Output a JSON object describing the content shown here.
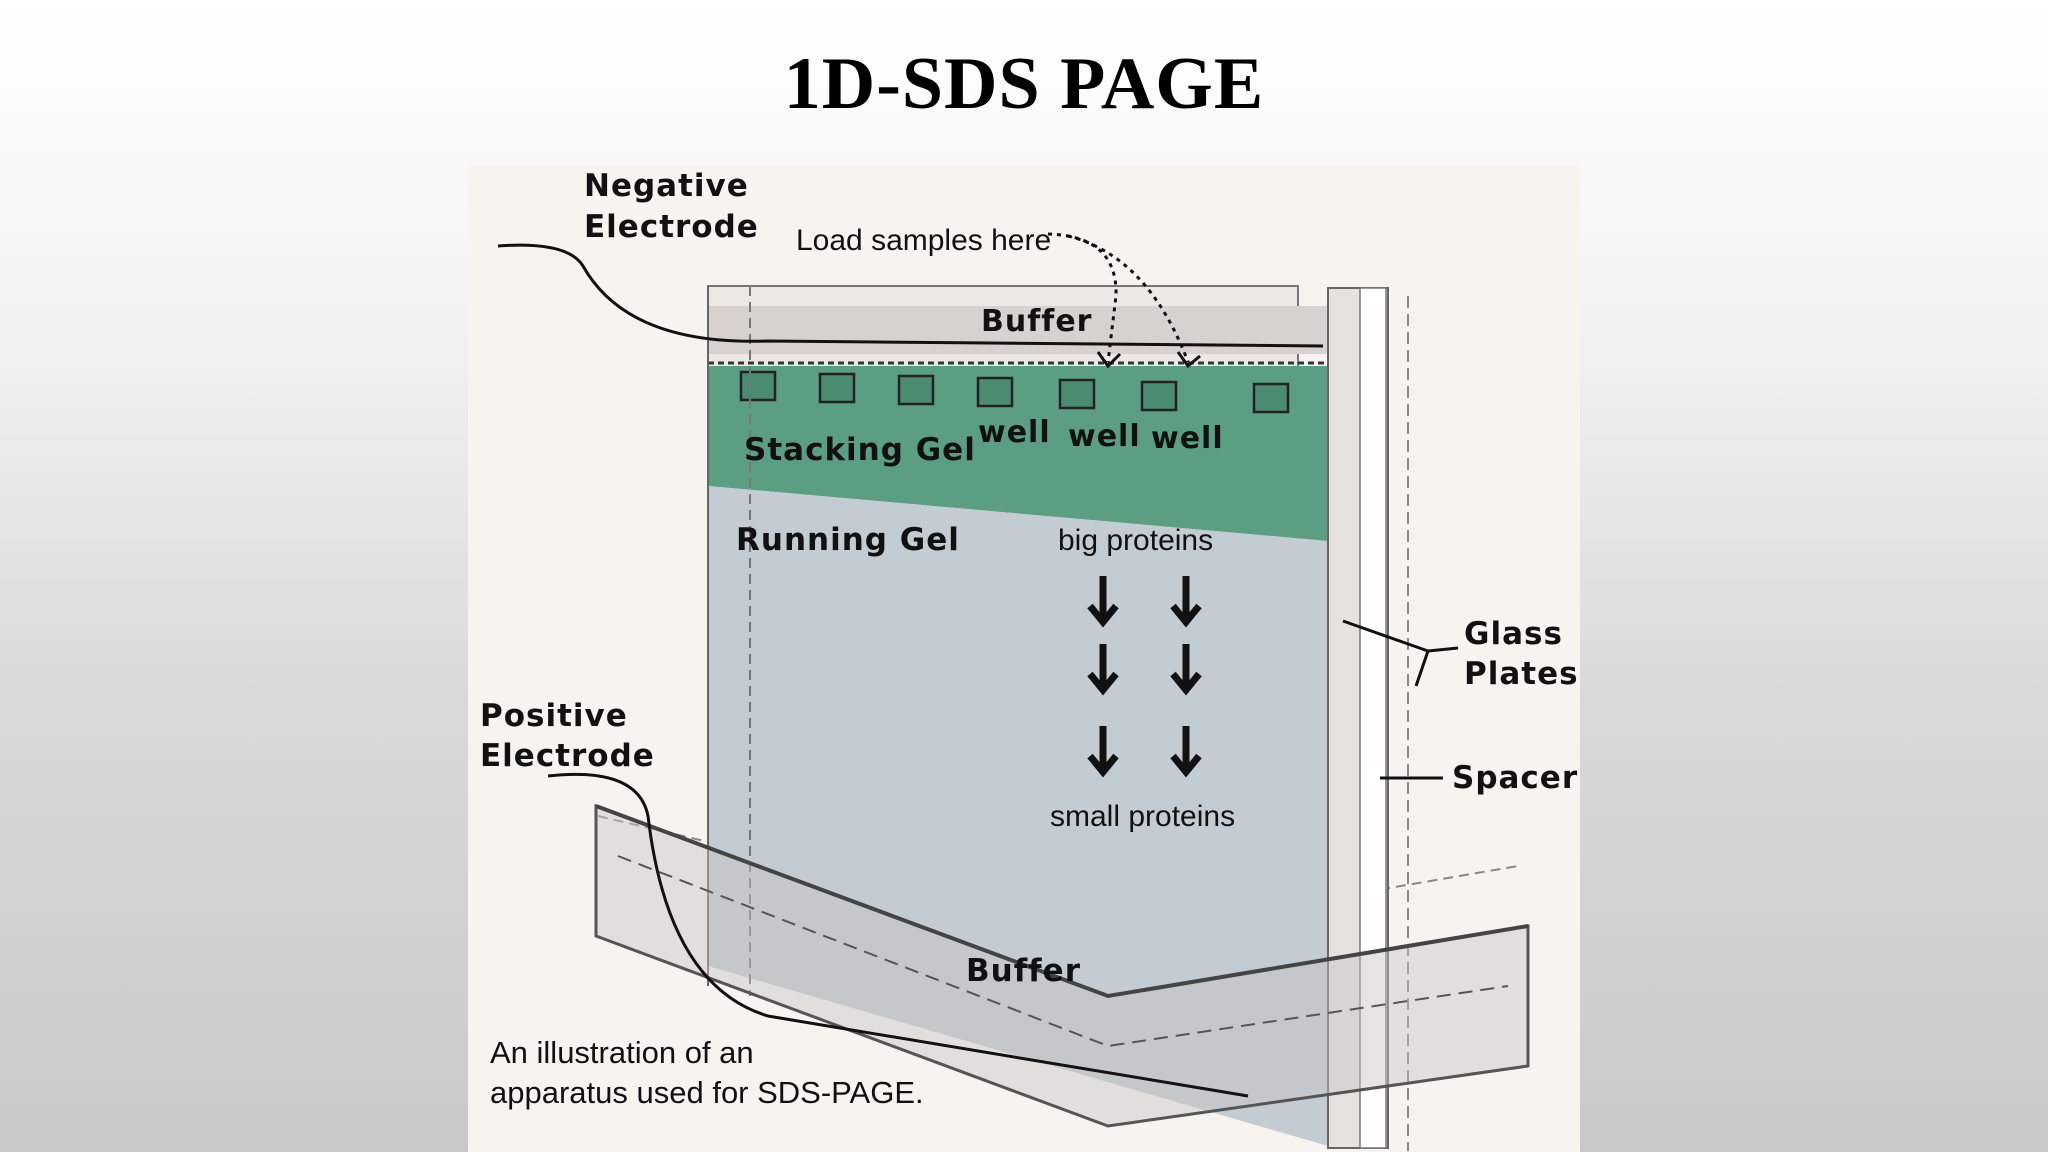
{
  "slide": {
    "title": "1D-SDS PAGE"
  },
  "diagram": {
    "labels": {
      "negative_electrode": [
        "Negative",
        "Electrode"
      ],
      "load_samples": "Load samples here",
      "buffer_top": "Buffer",
      "wells": [
        "well",
        "well",
        "well"
      ],
      "stacking_gel": "Stacking Gel",
      "running_gel": "Running Gel",
      "big_proteins": "big proteins",
      "small_proteins": "small proteins",
      "glass_plates": [
        "Glass",
        "Plates"
      ],
      "spacer": "Spacer",
      "positive_electrode": [
        "Positive",
        "Electrode"
      ],
      "buffer_bottom": "Buffer"
    },
    "caption": [
      "An illustration of an",
      "apparatus used for SDS-PAGE."
    ],
    "colors": {
      "stacking_gel": "#5c9e82",
      "running_gel": "#c3ccd2",
      "buffer": "#d7d2cd",
      "background": "#f7f4f0"
    }
  }
}
